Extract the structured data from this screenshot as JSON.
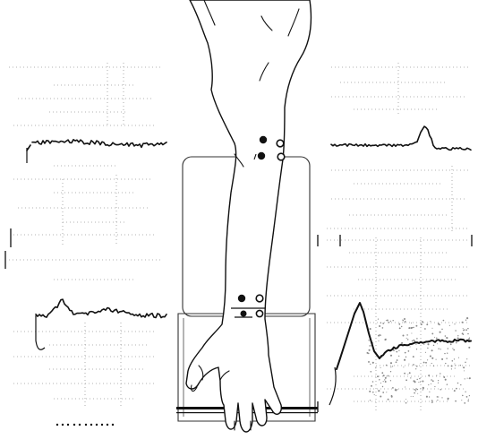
{
  "figure": {
    "subject": "forearm-electrode-placement-illustration",
    "panels": [
      {
        "id": "upper-left-trace",
        "waveform": "flat-noisy"
      },
      {
        "id": "lower-left-trace",
        "waveform": "small-bump-noisy"
      },
      {
        "id": "upper-right-trace",
        "waveform": "late-peak"
      },
      {
        "id": "lower-right-trace",
        "waveform": "sharp-spike"
      }
    ],
    "electrode_sites": [
      "upper-forearm-electrodes",
      "wrist-electrodes"
    ],
    "ink_color": "#111111",
    "grid_color": "#9a9a9a"
  }
}
